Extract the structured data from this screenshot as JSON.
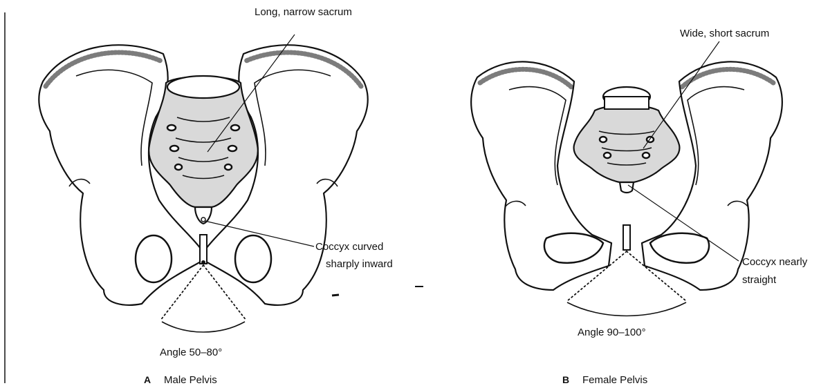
{
  "figure": {
    "panel_a": {
      "letter": "A",
      "caption": "Male Pelvis",
      "sacrum_label": "Long, narrow sacrum",
      "coccyx_label_line1": "Coccyx curved",
      "coccyx_label_line2": "sharply inward",
      "angle_label": "Angle 50–80°"
    },
    "panel_b": {
      "letter": "B",
      "caption": "Female Pelvis",
      "sacrum_label": "Wide, short sacrum",
      "coccyx_label_line1": "Coccyx nearly",
      "coccyx_label_line2": "straight",
      "angle_label": "Angle 90–100°"
    }
  }
}
